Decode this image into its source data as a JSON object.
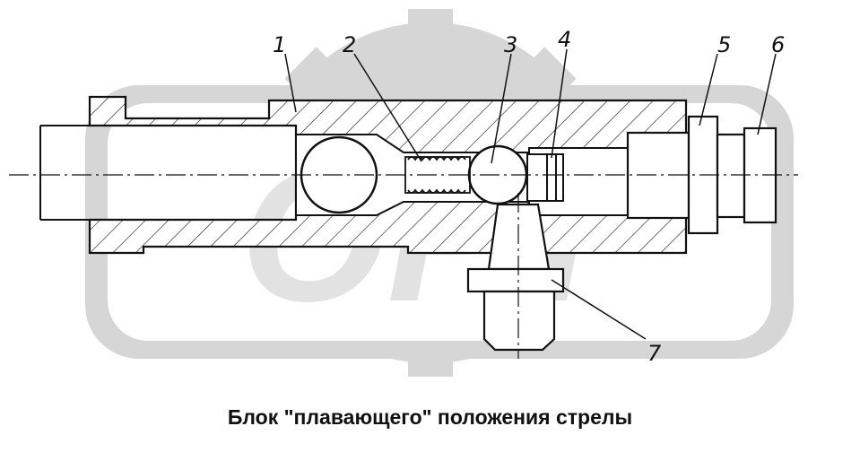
{
  "caption": "Блок \"плавающего\" положения стрелы",
  "labels": [
    "1",
    "2",
    "3",
    "4",
    "5",
    "6",
    "7"
  ],
  "watermark": "ОРТ",
  "colors": {
    "line": "#111111",
    "watermark": "#d6d6d6"
  }
}
